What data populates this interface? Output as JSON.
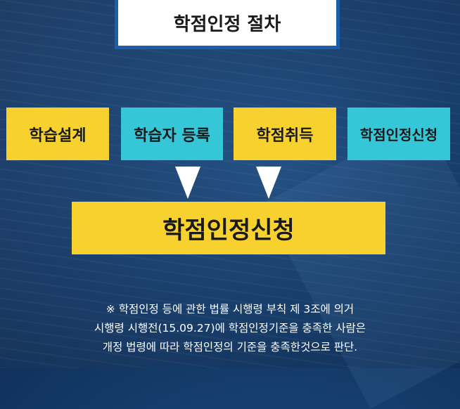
{
  "title": "학점인정 절차",
  "steps": [
    {
      "label": "학습설계",
      "color": "#f7d22f"
    },
    {
      "label": "학습자 등록",
      "color": "#35c6d8"
    },
    {
      "label": "학점취득",
      "color": "#f7d22f"
    },
    {
      "label": "학점인정신청",
      "color": "#35c6d8"
    }
  ],
  "result": {
    "label": "학점인정신청"
  },
  "note": {
    "line1": "※ 학점인정 등에 관한 법률 시행령 부칙 제 3조에 의거",
    "line2": "시행령 시행전(15.09.27)에 학점인정기준을 충족한 사람은",
    "line3": "개정 법령에 따라 학점인정의 기준을 충족한것으로 판단."
  },
  "colors": {
    "yellow": "#f7d22f",
    "cyan": "#35c6d8",
    "title_border": "#1d5ea8"
  }
}
